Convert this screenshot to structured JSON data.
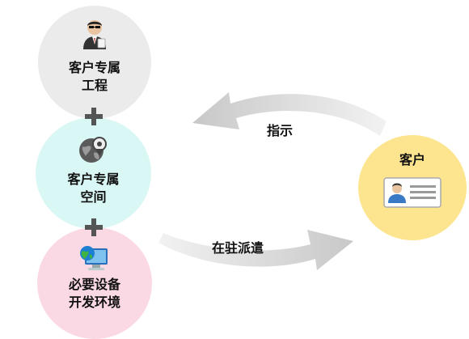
{
  "nodes": {
    "engineer": {
      "label": "客户专属\n工程",
      "icon": "engineer-icon"
    },
    "space": {
      "label": "客户专属\n空间",
      "icon": "globe-pin-icon"
    },
    "environment": {
      "label": "必要设备\n开发环境",
      "icon": "computer-globe-icon"
    },
    "client": {
      "label": "客户",
      "icon": "id-card-icon"
    }
  },
  "arrows": {
    "top_label": "指示",
    "bottom_label": "在驻派遣"
  },
  "colors": {
    "engineer_circle": "#ebebeb",
    "space_circle": "#d9f7f4",
    "environment_circle": "#fbd9e4",
    "client_circle": "#fde48e",
    "arrow": "#d4d4d4",
    "plus": "#555555"
  }
}
